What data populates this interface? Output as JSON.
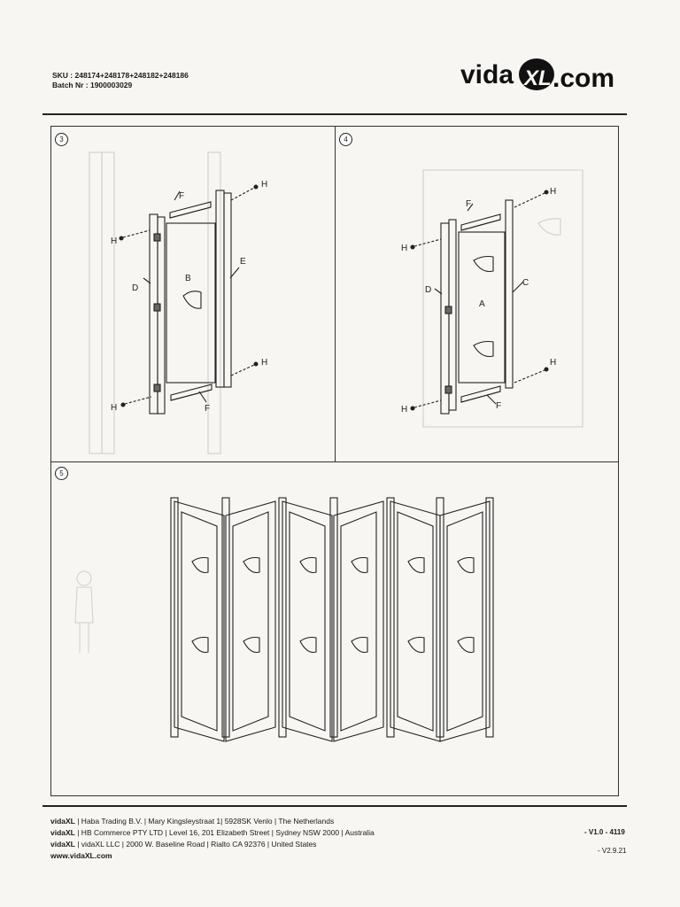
{
  "header": {
    "sku_label": "SKU : 248174+248178+248182+248186",
    "batch_label": "Batch Nr : 1900003029",
    "logo_text_a": "vida",
    "logo_text_b": "XL",
    "logo_text_c": ".com"
  },
  "steps": {
    "step3": {
      "number": "3",
      "labels": {
        "F_top": "F",
        "F_bottom": "F",
        "H_tl": "H",
        "H_tr": "H",
        "H_bl": "H",
        "H_br": "H",
        "B": "B",
        "D": "D",
        "E": "E"
      }
    },
    "step4": {
      "number": "4",
      "labels": {
        "F_top": "F",
        "F_bottom": "F",
        "H_tl": "H",
        "H_tr": "H",
        "H_bl": "H",
        "H_br": "H",
        "A": "A",
        "D": "D",
        "C": "C"
      }
    },
    "step5": {
      "number": "5"
    }
  },
  "footer": {
    "line1_brand": "vidaXL",
    "line1_text": " | Haba Trading B.V. | Mary Kingsleystraat 1| 5928SK Venlo | The Netherlands",
    "line2_brand": "vidaXL",
    "line2_text": " | HB Commerce PTY LTD | Level 16, 201 Elizabeth Street | Sydney NSW 2000 | Australia",
    "line3_brand": "vidaXL",
    "line3_text": " | vidaXL LLC | 2000 W. Baseline Road | Rialto CA 92376 | United States",
    "website": "www.vidaXL.com",
    "version": "- V1.0 -  4119",
    "version2": "- V2.9.21"
  }
}
